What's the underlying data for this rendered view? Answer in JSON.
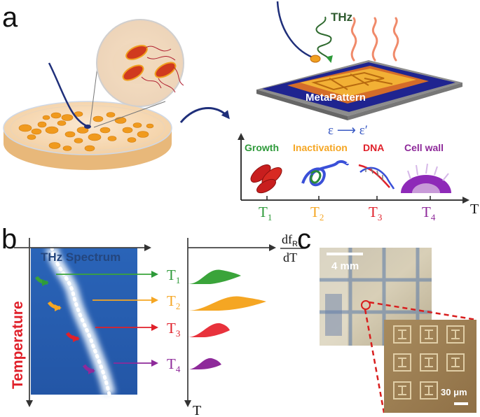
{
  "panel_a": {
    "label": "a",
    "thz_label": "THz",
    "metapattern_label": "MetaPattern",
    "epsilon": "ε ⟶ ε′",
    "stages": [
      "Growth",
      "Inactivation",
      "DNA",
      "Cell wall"
    ],
    "stage_colors": [
      "#2e9a3a",
      "#f5a623",
      "#e0202a",
      "#8e2a9a"
    ],
    "temps": [
      {
        "main": "T",
        "sub": "1"
      },
      {
        "main": "T",
        "sub": "2"
      },
      {
        "main": "T",
        "sub": "3"
      },
      {
        "main": "T",
        "sub": "4"
      }
    ],
    "axis_label": "T"
  },
  "panel_b": {
    "label": "b",
    "spectrum_title": "THz Spectrum",
    "temperature_label": "Temperature",
    "deriv_num": "df",
    "deriv_sub": "R",
    "deriv_den": "dT",
    "axis_label": "T",
    "temps": [
      {
        "main": "T",
        "sub": "1"
      },
      {
        "main": "T",
        "sub": "2"
      },
      {
        "main": "T",
        "sub": "3"
      },
      {
        "main": "T",
        "sub": "4"
      }
    ],
    "peak_colors": [
      "#3aa43a",
      "#f5a623",
      "#e8323c",
      "#8e2a9a"
    ]
  },
  "panel_c": {
    "label": "c",
    "scale_large": "4 mm",
    "scale_small": "30 μm"
  }
}
